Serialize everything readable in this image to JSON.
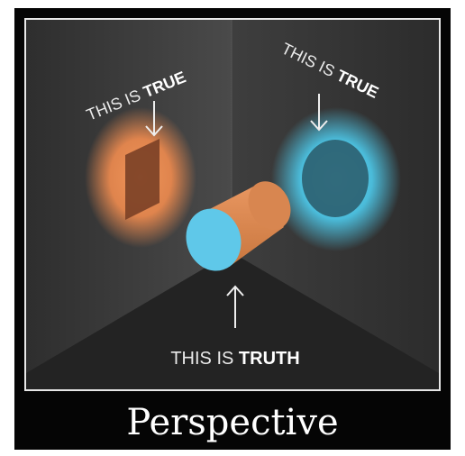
{
  "image": {
    "caption": "Perspective",
    "labels": {
      "left_prefix": "THIS IS ",
      "left_bold": "TRUE",
      "right_prefix": "THIS IS ",
      "right_bold": "TRUE",
      "bottom_prefix": "THIS IS ",
      "bottom_bold": "TRUTH"
    },
    "colors": {
      "left_glow": "#e8884e",
      "right_glow": "#4cc3e3",
      "cylinder_side": "#de8a55",
      "cylinder_face": "#5fc8e9"
    }
  }
}
